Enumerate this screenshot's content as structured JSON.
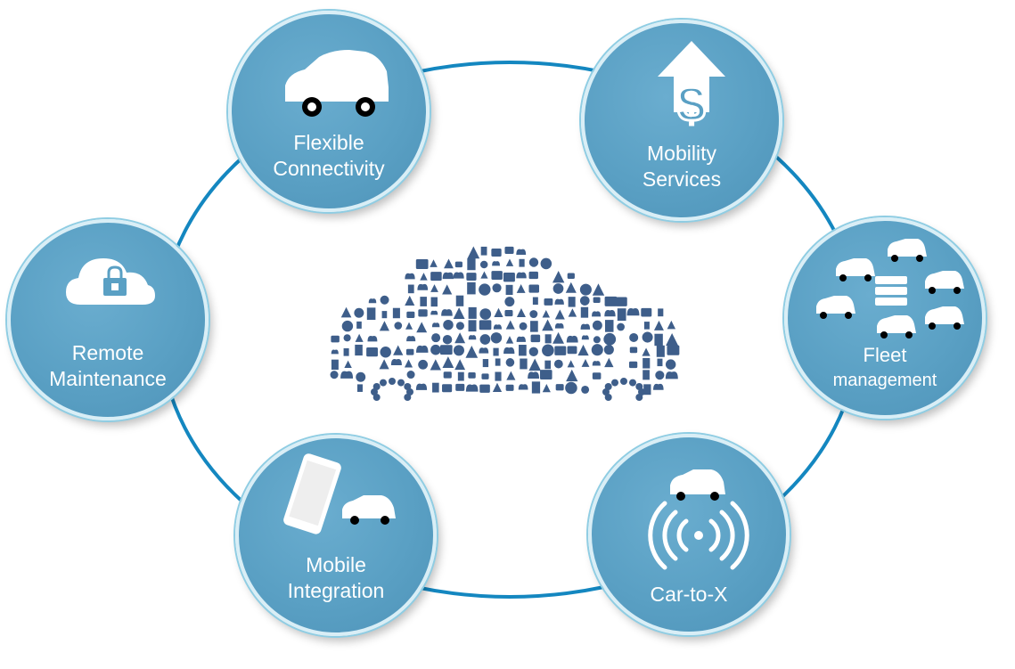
{
  "nodes": [
    {
      "id": "flexible-connectivity",
      "label_lines": [
        "Flexible",
        "Connectivity"
      ],
      "icon": "car-icon"
    },
    {
      "id": "mobility-services",
      "label_lines": [
        "Mobility",
        "Services"
      ],
      "icon": "dollar-up-arrow-icon"
    },
    {
      "id": "fleet-management",
      "label_lines": [
        "Fleet",
        "management"
      ],
      "icon": "fleet-cars-server-icon"
    },
    {
      "id": "car-to-x",
      "label_lines": [
        "Car-to-X"
      ],
      "icon": "car-signal-icon"
    },
    {
      "id": "mobile-integration",
      "label_lines": [
        "Mobile",
        "Integration"
      ],
      "icon": "phone-car-icon"
    },
    {
      "id": "remote-maintenance",
      "label_lines": [
        "Remote",
        "Maintenance"
      ],
      "icon": "cloud-lock-icon"
    }
  ],
  "center": {
    "icon": "car-made-of-icons"
  },
  "colors": {
    "node_fill": "#5aa0c4",
    "ring": "#1487c0",
    "center_icons": "#3e5e8a",
    "text": "#ffffff"
  }
}
